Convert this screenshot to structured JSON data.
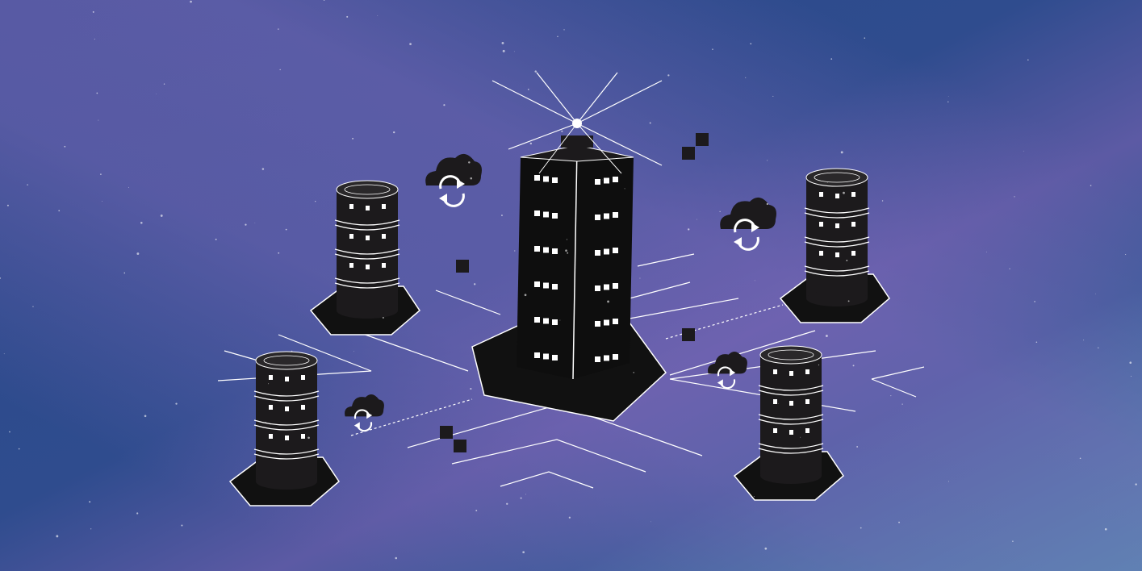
{
  "colors": {
    "background_base": "#2c4a8c",
    "background_purple": "#6a5ea8",
    "background_teal": "#3f9aab",
    "shape_fill": "#1c1a1c",
    "line_color": "#ffffff"
  },
  "icons": {
    "central_tower": "skyscraper-icon",
    "database": "database-cylinder-icon",
    "cloud_sync": "cloud-sync-icon",
    "beacon": "light-beacon-icon"
  },
  "databases": [
    {
      "id": "db-top-left"
    },
    {
      "id": "db-top-right"
    },
    {
      "id": "db-bottom-left"
    },
    {
      "id": "db-bottom-right"
    }
  ],
  "clouds": [
    {
      "id": "cloud-top-left"
    },
    {
      "id": "cloud-top-right"
    },
    {
      "id": "cloud-mid-right"
    },
    {
      "id": "cloud-bottom-left"
    }
  ]
}
